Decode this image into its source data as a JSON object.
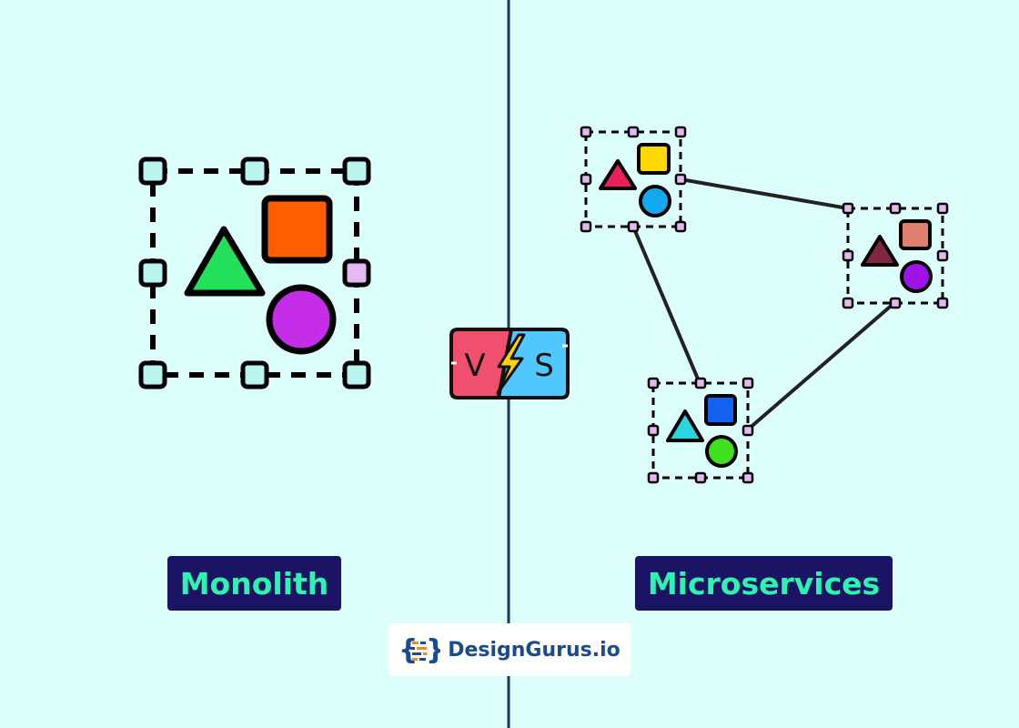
{
  "labels": {
    "left": "Monolith",
    "right": "Microservices"
  },
  "vs_badge": {
    "left_letter": "V",
    "right_letter": "S"
  },
  "brand": {
    "logo": "designgurus-logo",
    "name": "DesignGurus.io"
  },
  "colors": {
    "background": "#ddfffb",
    "divider": "#1d3557",
    "label_bg": "#1b1464",
    "label_text": "#2ef2b0",
    "monolith_triangle": "#22e05a",
    "monolith_square": "#ff5e00",
    "monolith_circle": "#c62de8",
    "service_a": [
      "#e8205a",
      "#ffd800",
      "#14a8f0"
    ],
    "service_b": [
      "#7f2742",
      "#e08070",
      "#a010e8"
    ],
    "service_c": [
      "#28d7e0",
      "#1460f0",
      "#40e020"
    ],
    "vs_left": "#f0506e",
    "vs_right": "#50c8ff",
    "bolt": "#ffd200"
  }
}
